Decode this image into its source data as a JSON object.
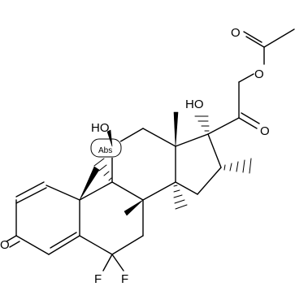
{
  "diagram": {
    "labels": {
      "o_ketone_ring_a": "O",
      "o_ketone_c20": "O",
      "o_ester_link": "O",
      "o_ester_carbonyl": "O",
      "oh_c11": "HO",
      "oh_c17": "HO",
      "f_c6_left": "F",
      "f_c6_right": "F",
      "abs_label": "Abs"
    },
    "colors": {
      "bond": "#000000",
      "background": "#ffffff"
    }
  }
}
